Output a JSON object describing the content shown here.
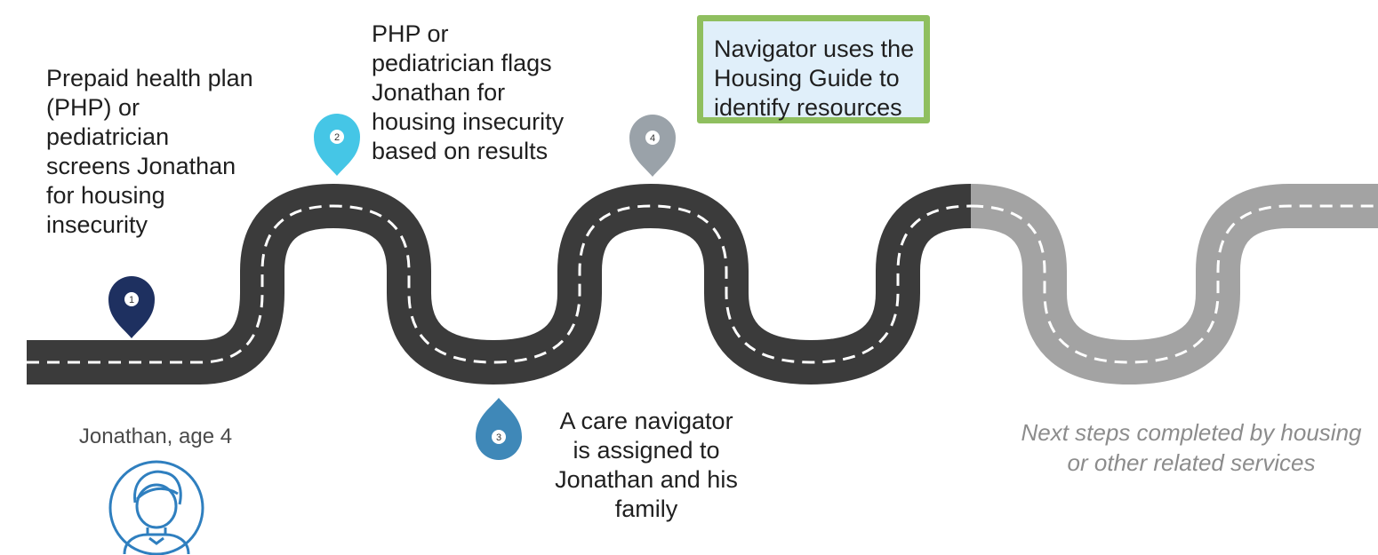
{
  "colors": {
    "road_completed": "#3b3b3b",
    "road_future": "#a3a3a3",
    "road_dash": "#ffffff",
    "marker_1": "#1e3060",
    "marker_2": "#45c6e6",
    "marker_3": "#3f88b8",
    "marker_4": "#9aa2a9",
    "callout_fill": "#e0effa",
    "callout_border": "#8fbf5f",
    "avatar_line": "#2f7fbf"
  },
  "steps": [
    {
      "number": "1",
      "text": "Prepaid health plan\n(PHP) or\npediatrician\nscreens Jonathan\nfor housing\ninsecurity"
    },
    {
      "number": "2",
      "text": "PHP or\npediatrician flags\nJonathan for\nhousing insecurity\nbased on results"
    },
    {
      "number": "3",
      "text": "A care navigator\nis assigned to\nJonathan and his\nfamily"
    },
    {
      "number": "4",
      "text": "Navigator uses the\nHousing Guide to\nidentify resources"
    }
  ],
  "person": {
    "caption": "Jonathan, age 4",
    "icon": "child-avatar-icon"
  },
  "next_steps": "Next steps completed by housing\nor other related services"
}
